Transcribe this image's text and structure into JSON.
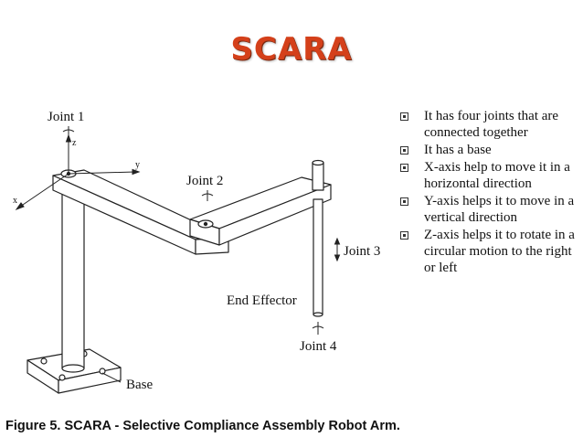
{
  "slide": {
    "title": "SCARA",
    "title_color": "#d4401a"
  },
  "figure": {
    "labels": {
      "joint1": "Joint 1",
      "joint2": "Joint 2",
      "joint3": "Joint 3",
      "joint4": "Joint 4",
      "end_effector": "End Effector",
      "base": "Base",
      "axis_x": "x",
      "axis_y": "y",
      "axis_z": "z"
    },
    "caption": "Figure 5. SCARA - Selective Compliance Assembly Robot Arm."
  },
  "bullets": [
    "It has four joints that are connected together",
    "It has a base",
    "X-axis help to move it in a horizontal direction",
    "Y-axis helps it to move in a vertical direction",
    "Z-axis helps it to rotate in a circular motion to the right or left"
  ]
}
